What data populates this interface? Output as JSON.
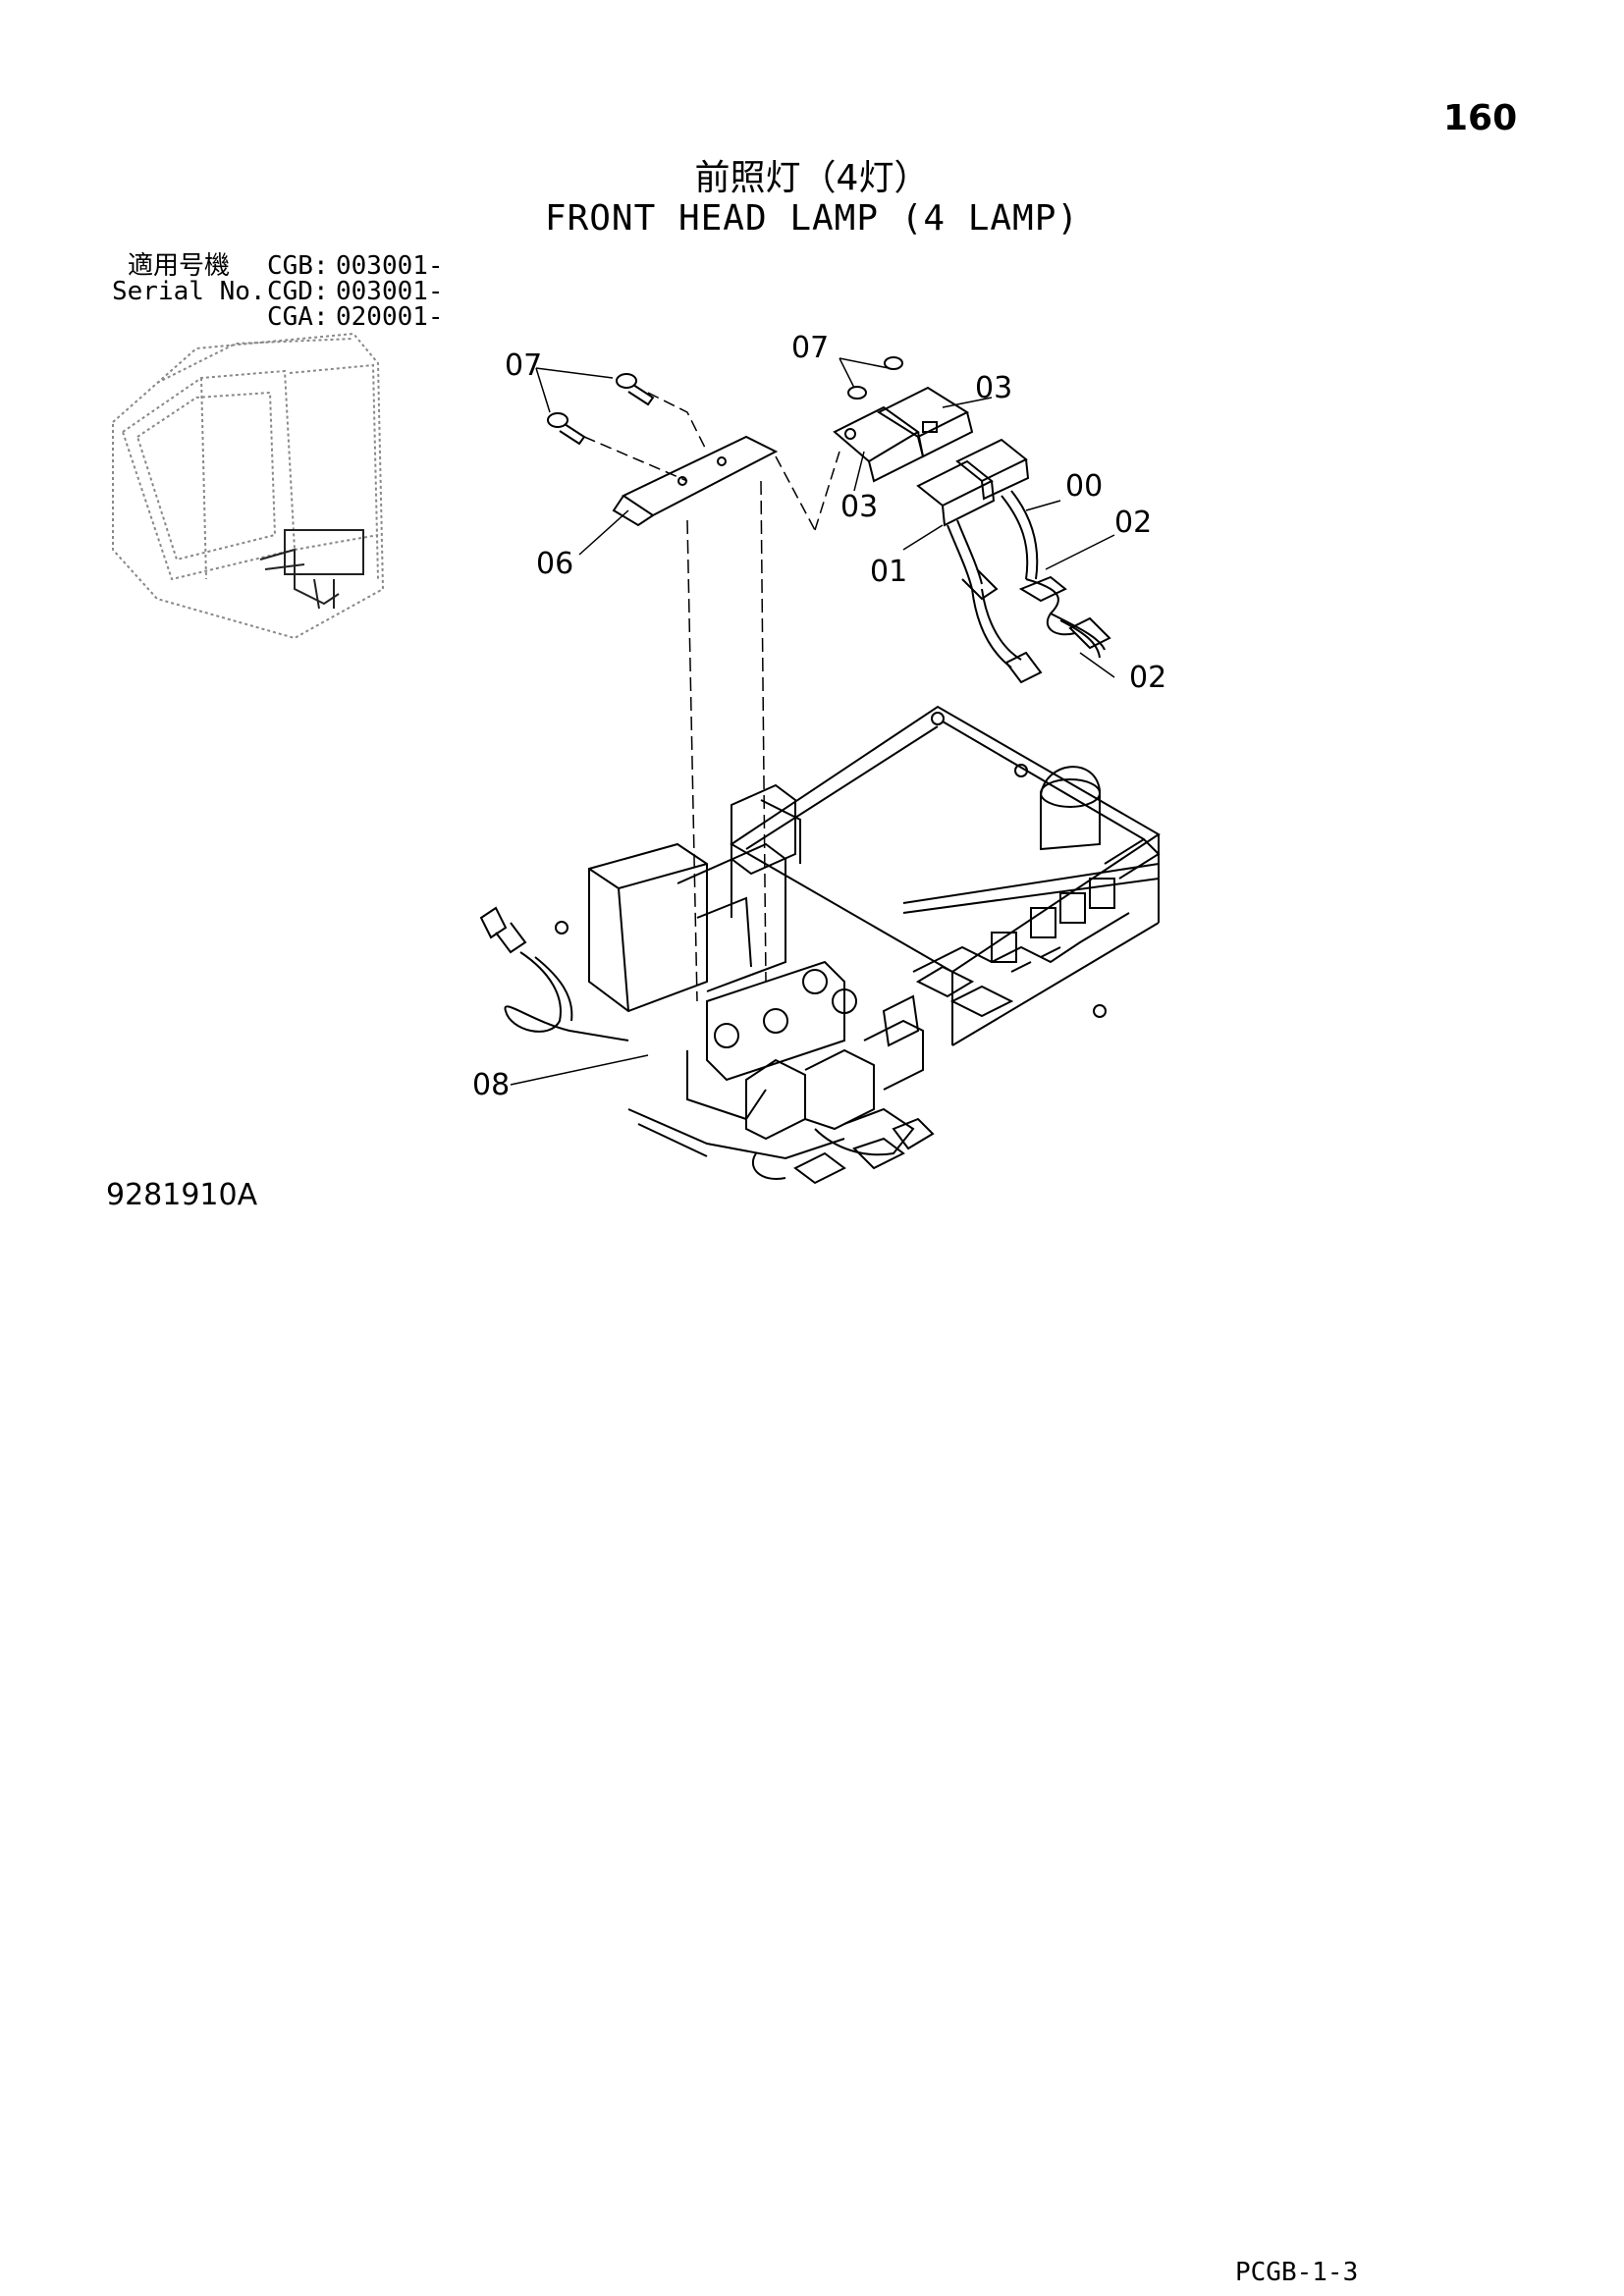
{
  "page_number": "160",
  "title_jp": "前照灯（4灯）",
  "title_en": "FRONT HEAD LAMP (4 LAMP)",
  "serial": {
    "label_jp": "適用号機",
    "label_en": "Serial No.",
    "rows": [
      {
        "model": "CGB:",
        "value": "003001-"
      },
      {
        "model": "CGD:",
        "value": "003001-"
      },
      {
        "model": "CGA:",
        "value": "020001-"
      }
    ]
  },
  "callouts": {
    "c07a": "07",
    "c07b": "07",
    "c03a": "03",
    "c03b": "03",
    "c00": "00",
    "c02a": "02",
    "c02b": "02",
    "c01": "01",
    "c06": "06",
    "c08": "08"
  },
  "drawing_code": "9281910A",
  "footer_code": "PCGB-1-3"
}
